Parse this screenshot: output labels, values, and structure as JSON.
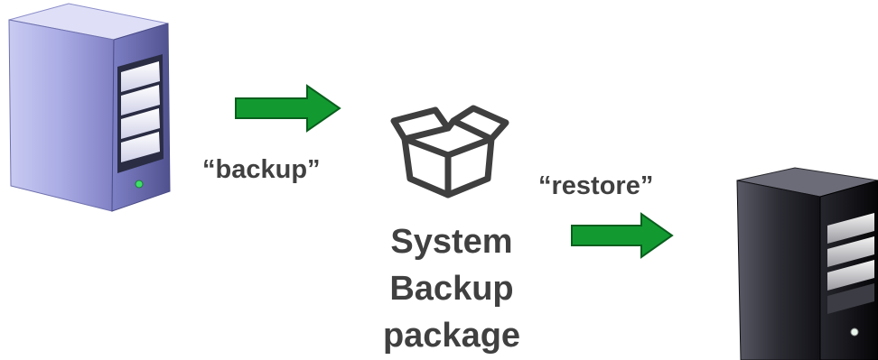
{
  "diagram": {
    "source_server": {
      "icon": "server-tower-icon",
      "color": "#9a9ad8"
    },
    "target_server": {
      "icon": "server-tower-icon",
      "color": "#1e1e26"
    },
    "package_icon": "open-box-icon",
    "backup_label": "“backup”",
    "restore_label": "“restore”",
    "package_label_lines": [
      "System",
      "Backup",
      "package"
    ],
    "arrow_color": "#129a31"
  }
}
